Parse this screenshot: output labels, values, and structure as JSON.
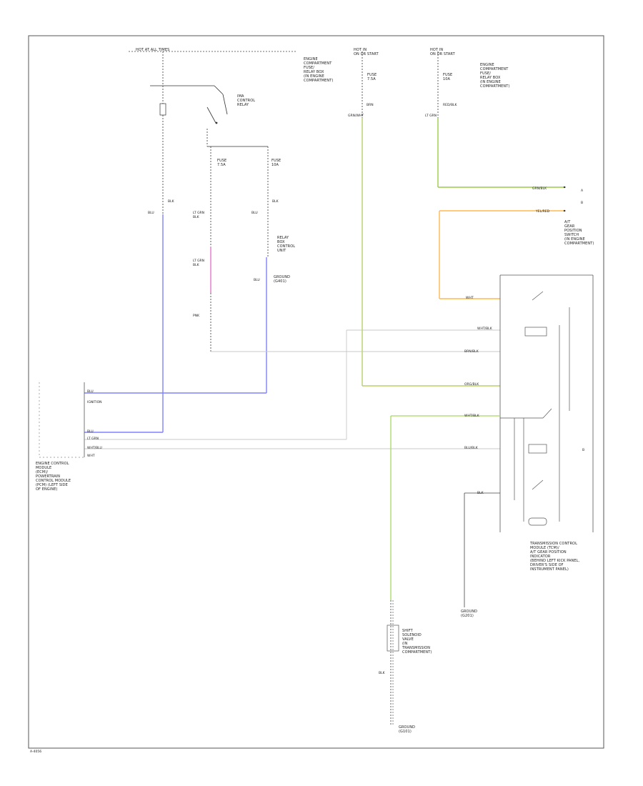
{
  "diagram": {
    "top_bus_label": "HOT AT ALL TIMES",
    "hot_in_run_1": "HOT IN\nON OR START",
    "hot_in_run_2": "HOT IN\nON OR START",
    "underhood_box_label": "ENGINE\nCOMPARTMENT\nFUSE/\nRELAY BOX\n(IN ENGINE\nCOMPARTMENT)",
    "underdash_box_label": "ENGINE\nCOMPARTMENT\nFUSE/\nRELAY BOX\n(IN ENGINE\nCOMPARTMENT)",
    "fuse_a": "FUSE\n7.5A",
    "fuse_b": "FUSE\n10A",
    "fuse_c": "FUSE\n7.5A",
    "fuse_d": "FUSE\n10A",
    "relay_label": "IMA\nCONTROL\nRELAY",
    "fuse_relay_label": "RELAY\nBOX\nCONTROL\nUNIT",
    "ecm_label": "ENGINE CONTROL\nMODULE\n(ECM)/\nPOWERTRAIN\nCONTROL MODULE\n(PCM) (LEFT SIDE\nOF ENGINE)",
    "upper_right_conn_label": "A/T\nGEAR\nPOSITION\nSWITCH\n(IN ENGINE\nCOMPARTMENT)",
    "tcm_label": "TRANSMISSION CONTROL\nMODULE (TCM)/\nA/T GEAR POSITION\nINDICATOR\n(BEHIND LEFT KICK PANEL,\nDRIVER'S SIDE OF\nINSTRUMENT PANEL)",
    "ground_label_1": "GROUND\n(G101)",
    "ground_label_2": "GROUND\n(G201)",
    "ground_label_3": "GROUND\n(G401)",
    "speed_sensor_label": "SHIFT\nSOLENOID\nVALVE\n(IN\nTRANSMISSION\nCOMPARTMENT)",
    "footer_tag": "A-4056",
    "right_conn_markers": [
      "A",
      "B"
    ],
    "tcm_marker": "B"
  },
  "wire_labels": {
    "w_blu_1": "BLU",
    "w_blu_2": "BLU",
    "w_blk_1": "BLK",
    "w_lgrn_1": "LT GRN\nBLK",
    "w_lgrn_2": "LT GRN\nBLK",
    "w_ylw_red": "YEL/RED",
    "w_brn_blk": "BRN/BLK",
    "w_wht_blk": "WHT/BLK",
    "w_org_blk": "ORG/BLK",
    "w_grn_blk": "GRN/BLK",
    "w_pnk": "PNK",
    "w_blk_2": "BLK",
    "w_blk_3": "BLK",
    "w_blk_4": "BLK",
    "w_blu_3": "BLU",
    "w_blu_4": "BLU/BLK",
    "w_wht_1": "WHT",
    "w_wht_2": "WHT/BLK",
    "w_grn_wht": "GRN/WHT",
    "w_lgrn_3": "LT GRN",
    "w_red_blk": "RED/BLK",
    "w_brn": "BRN",
    "w_ecm_1": "BLU",
    "w_ecm_2": "IGNITION",
    "w_ecm_3": "BLU",
    "w_ecm_4": "LT GRN",
    "w_ecm_5": "WHT/BLU",
    "w_ecm_6": "WHT"
  },
  "colors": {
    "wire_blue": "#8080ff",
    "wire_green": "#9ccc44",
    "wire_orange": "#ffb84d",
    "wire_pink": "#e060c0",
    "wire_gray": "#c8c8c8",
    "frame": "#444444"
  }
}
